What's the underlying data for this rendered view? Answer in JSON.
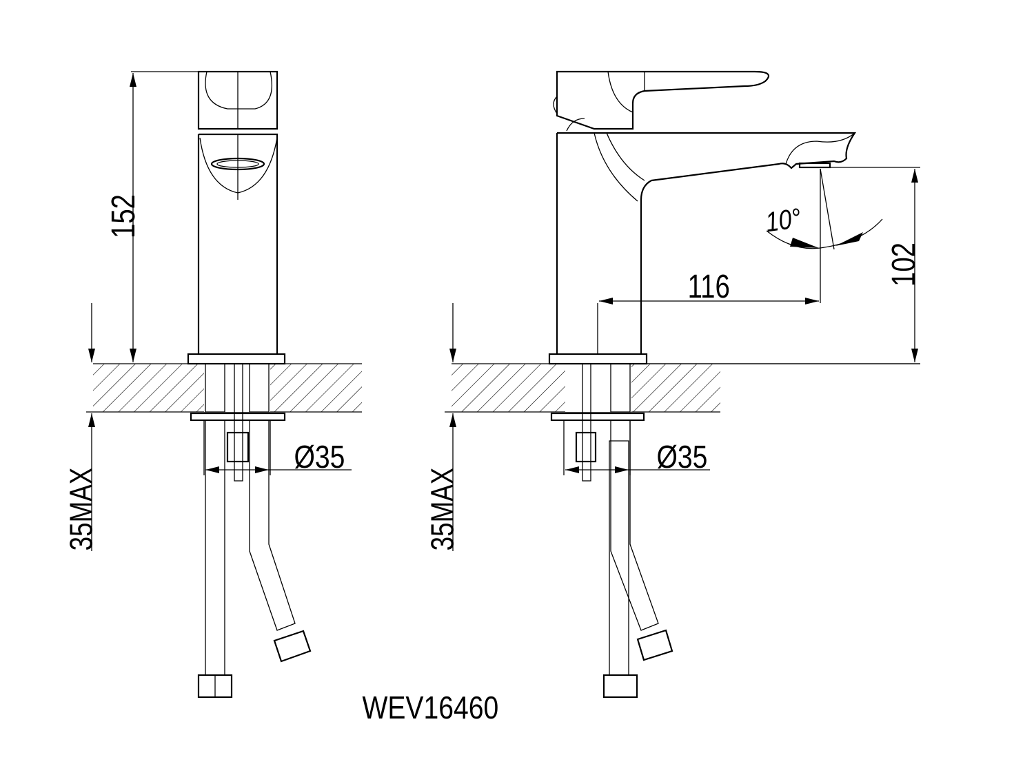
{
  "model": "WEV16460",
  "front_view": {
    "height_dim": "152",
    "thickness_dim": "35MAX",
    "hole_dim": "Ø35"
  },
  "side_view": {
    "spout_height_dim": "102",
    "spout_reach_dim": "116",
    "angle_dim": "10°",
    "thickness_dim": "35MAX",
    "hole_dim": "Ø35"
  }
}
